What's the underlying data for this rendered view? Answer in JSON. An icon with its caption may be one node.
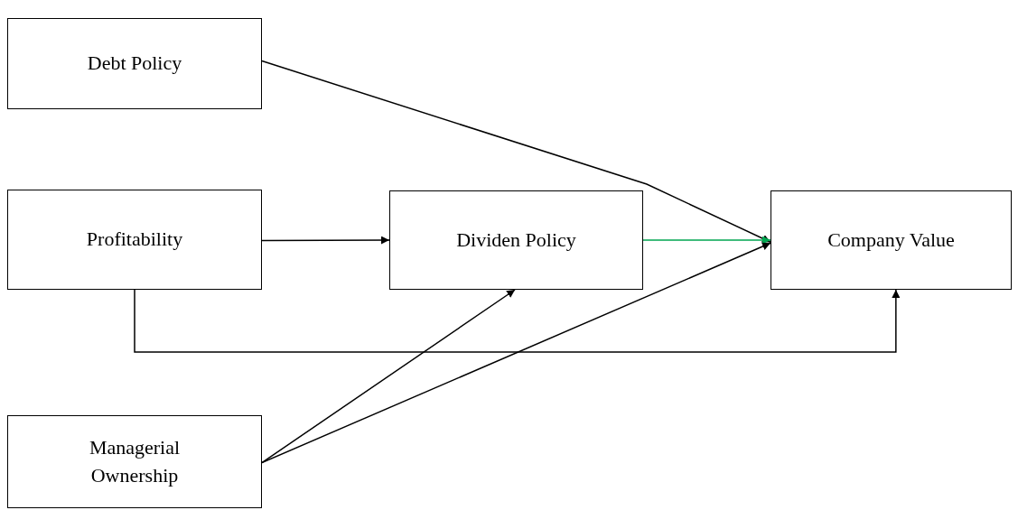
{
  "diagram": {
    "nodes": [
      {
        "text": [
          "Debt Policy"
        ]
      },
      {
        "text": [
          "Profitability"
        ]
      },
      {
        "text": [
          "Dividen Policy"
        ]
      },
      {
        "text": [
          "Company Value"
        ]
      },
      {
        "text": [
          "Managerial Ownership"
        ]
      }
    ],
    "edges": [
      {
        "from": 0,
        "to": 3,
        "arrow": "to"
      },
      {
        "from": 1,
        "to": 2,
        "arrow": "to"
      },
      {
        "from": 2,
        "to": 3,
        "arrow": "to",
        "color": "#00a650"
      },
      {
        "from": 1,
        "to": 3,
        "arrow": "to"
      },
      {
        "from": 4,
        "to": 2,
        "arrow": "to"
      },
      {
        "from": 4,
        "to": 3,
        "arrow": "to"
      }
    ]
  }
}
